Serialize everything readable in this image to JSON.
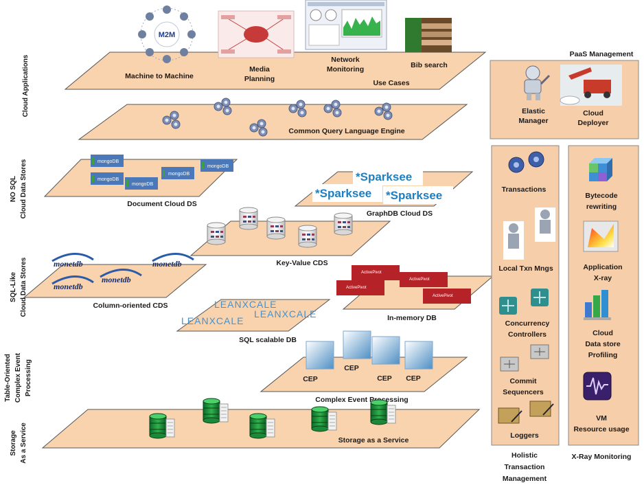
{
  "side_labels": {
    "cloud_applications": "Cloud Applications",
    "nosql": [
      "NO SQL",
      "Cloud Data Stores"
    ],
    "sqllike": [
      "SQL-Like",
      "Cloud Data Stores"
    ],
    "cep": [
      "Table-Oriented",
      "Complex Event",
      "Processing"
    ],
    "storage": [
      "Storage",
      "As a Service"
    ]
  },
  "use_cases": {
    "m2m": "Machine to Machine",
    "m2m_logo": "M2M",
    "media": [
      "Media",
      "Planning"
    ],
    "network": [
      "Network",
      "Monitoring"
    ],
    "bib": "Bib search",
    "layer": "Use Cases"
  },
  "query_engine": "Common Query Language Engine",
  "document_ds": {
    "label": "Document Cloud DS",
    "logo": "mongoDB"
  },
  "graph_ds": {
    "label": "GraphDB Cloud DS",
    "logo": "*Sparksee"
  },
  "kv": "Key-Value CDS",
  "column": {
    "label": "Column-oriented CDS",
    "logo": "monetdb"
  },
  "sql_scalable": {
    "label": "SQL scalable DB",
    "logo": "LEANXCALE"
  },
  "inmemory": {
    "label": "In-memory DB",
    "logo": "ActivePivot"
  },
  "cep": {
    "label": "Complex Event Processing",
    "item": "CEP"
  },
  "storage": "Storage as a Service",
  "paas": {
    "title": "PaaS Management",
    "elastic": [
      "Elastic",
      "Manager"
    ],
    "deployer": [
      "Cloud",
      "Deployer"
    ]
  },
  "holistic": {
    "transactions": "Transactions",
    "local": "Local Txn Mngs",
    "concurrency": [
      "Concurrency",
      "Controllers"
    ],
    "commit": [
      "Commit",
      "Sequencers"
    ],
    "loggers": "Loggers",
    "title": [
      "Holistic",
      "Transaction",
      "Management"
    ]
  },
  "xray": {
    "bytecode": [
      "Bytecode",
      "rewriting"
    ],
    "appxray": [
      "Application",
      "X-ray"
    ],
    "profiling": [
      "Cloud",
      "Data store",
      "Profiling"
    ],
    "vm": [
      "VM",
      "Resource usage"
    ],
    "title": "X-Ray Monitoring"
  },
  "colors": {
    "layer": "#f9d3ad",
    "layer_stroke": "#555555",
    "panel": "#f7ceaa",
    "panel_stroke": "#888888",
    "sparksee": "#1e7fc0",
    "mongo": "#4b78b8",
    "activepivot": "#b52227"
  }
}
